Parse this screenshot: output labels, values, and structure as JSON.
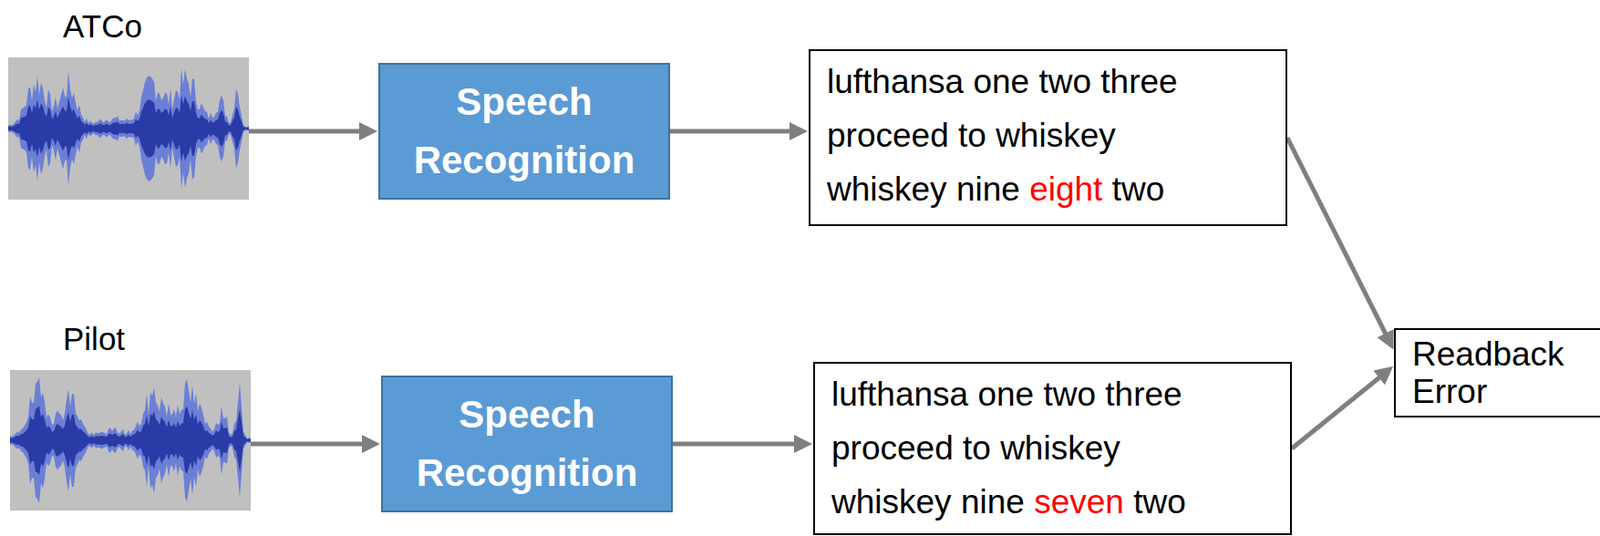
{
  "diagram": {
    "nodes": [
      {
        "text": [
          "Speech Recognition"
        ]
      },
      {
        "text": [
          "lufthansa one two three proceed to whiskey whiskey nine eight two"
        ]
      },
      {
        "text": [
          "Readback Error"
        ]
      },
      {
        "text": [
          "Speech Recognition"
        ]
      },
      {
        "text": [
          "lufthansa one two three proceed to whiskey whiskey nine seven two"
        ]
      }
    ],
    "edges": [
      {
        "from": 0,
        "to": 1,
        "arrow": "to"
      },
      {
        "from": 3,
        "to": 4,
        "arrow": "to"
      },
      {
        "from": 1,
        "to": 2,
        "arrow": "to"
      },
      {
        "from": 4,
        "to": 2,
        "arrow": "to"
      }
    ],
    "labels": [
      "ATCo",
      "Pilot"
    ]
  }
}
